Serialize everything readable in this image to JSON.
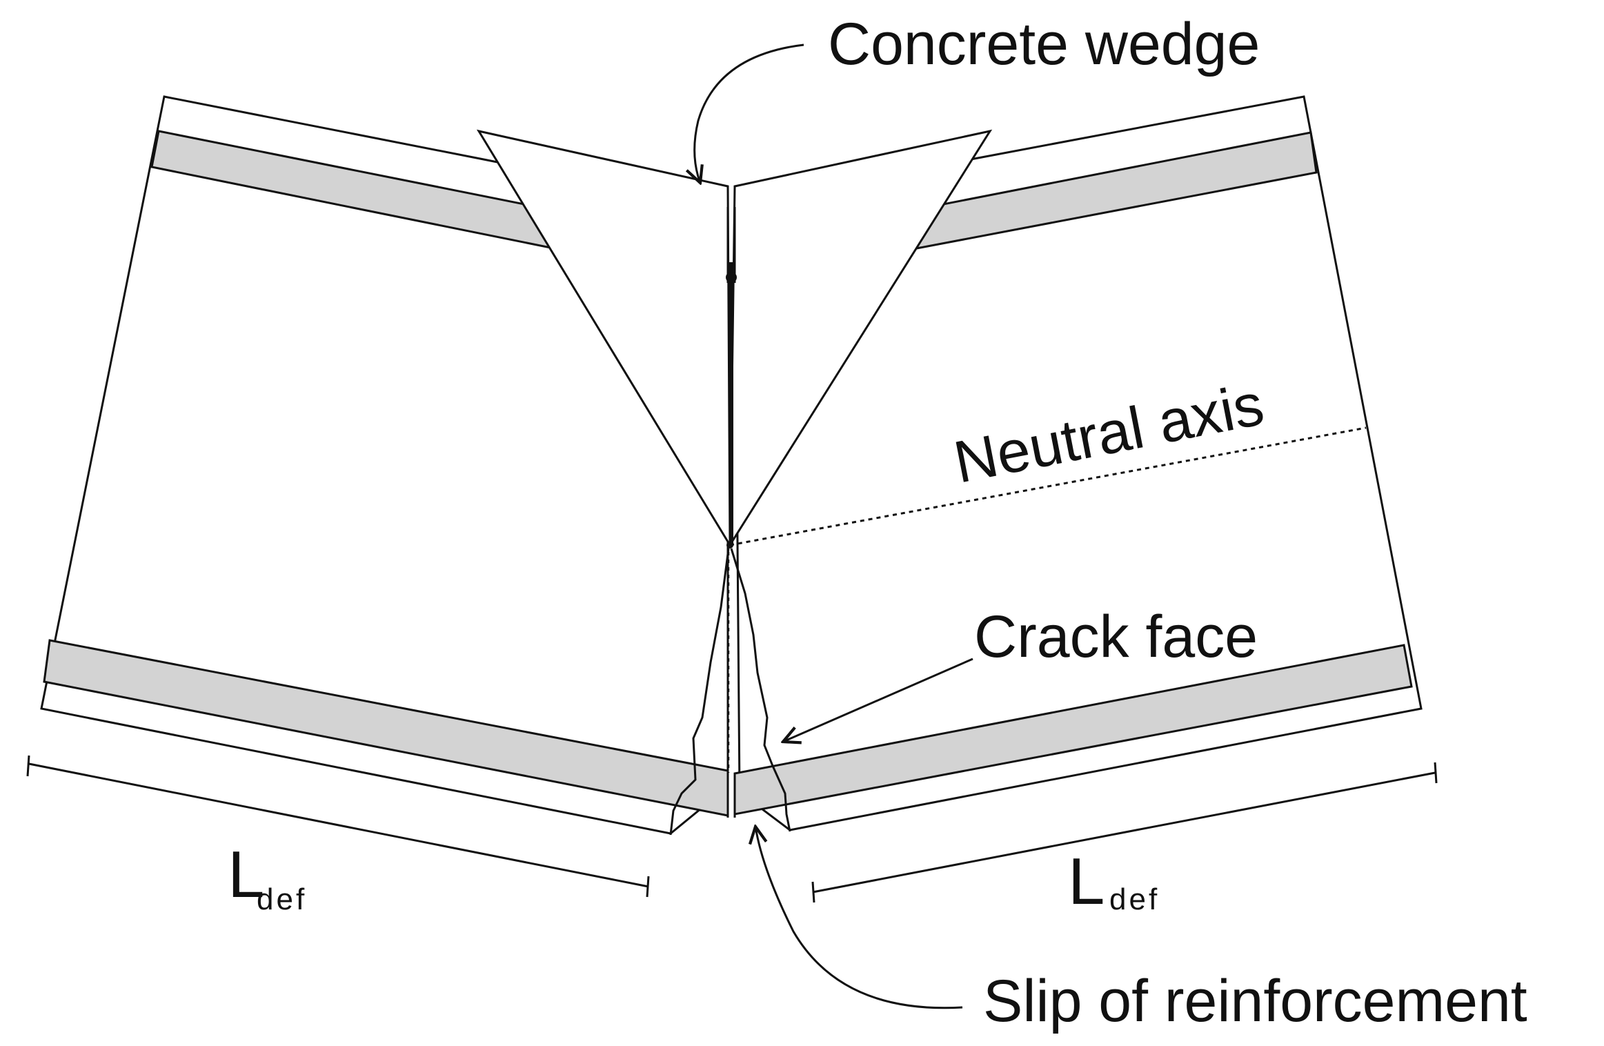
{
  "labels": {
    "concrete_wedge": "Concrete wedge",
    "neutral_axis": "Neutral axis",
    "crack_face": "Crack face",
    "slip_of_reinforcement": "Slip of reinforcement",
    "ldef_symbol": "L",
    "ldef_subscript": "def"
  },
  "colors": {
    "line": "#111111",
    "reinforcement_fill": "#d3d3d3",
    "background": "#ffffff"
  }
}
